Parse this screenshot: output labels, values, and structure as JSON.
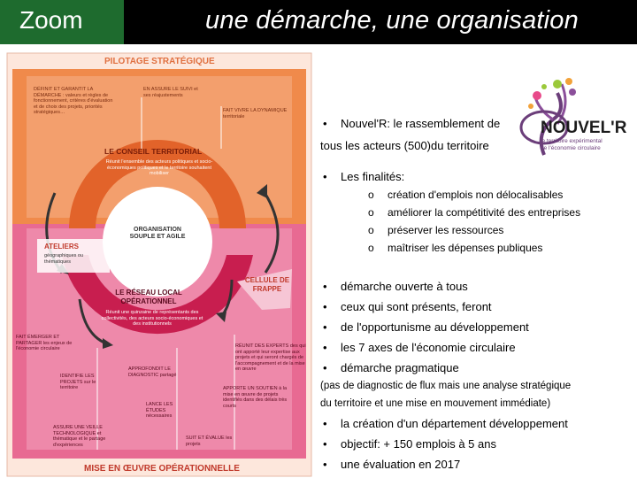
{
  "header": {
    "zoom_title": "Zoom",
    "main_title": "une démarche, une organisation"
  },
  "diagram": {
    "top_banner": "PILOTAGE STRATÉGIQUE",
    "bottom_banner": "MISE EN ŒUVRE OPÉRATIONNELLE",
    "definit": "DÉFINIT ET GARANTIT LA DÉMARCHE : valeurs et règles de fonctionnement, critères d'évaluation et de choix des projets, priorités stratégiques…",
    "assure_suivi": "EN ASSURE LE SUIVI et ses réajustements",
    "fait_vivre": "FAIT VIVRE LA DYNAMIQUE territoriale",
    "conseil_title": "LE CONSEIL TERRITORIAL",
    "conseil_desc": "Réunit l'ensemble des acteurs politiques et socio-économiques politiques et le territoire souhaitent mobiliser",
    "organisation": "ORGANISATION SOUPLE ET AGILE",
    "ateliers_title": "ATELIERS",
    "ateliers_desc": "géographiques ou thématiques",
    "cellule": "CELLULE DE FRAPPE",
    "reseau_title": "LE RÉSEAU LOCAL OPÉRATIONNEL",
    "reseau_desc": "Réunit une quinzaine de représentants des collectivités, des acteurs socio-économiques et des institutionnels",
    "fait_emerger": "FAIT ÉMERGER ET PARTAGER les enjeux de l'économie circulaire",
    "reunit_experts": "RÉUNIT DES EXPERTS des qui ont apporté leur expertise aux projets et qui seront chargés de l'accompagnement et de la mise en œuvre",
    "identifie": "IDENTIFIE LES PROJETS sur le territoire",
    "approfondit": "APPROFONDIT LE DIAGNOSTIC partagé",
    "lance": "LANCE LES ÉTUDES nécessaires",
    "apporte": "APPORTE UN SOUTIEN à la mise en œuvre de projets identifiés dans des délais très courts",
    "assure_veille": "ASSURE UNE VEILLE TECHNOLOGIQUE et thématique et le partage d'expériences",
    "suit": "SUIT ET ÉVALUE les projets"
  },
  "logo": {
    "name": "NOUVEL'R",
    "tagline_1": "le territoire expérimental",
    "tagline_2": "de l'économie circulaire"
  },
  "content": {
    "intro_line1": "Nouvel'R: le rassemblement de",
    "intro_line2": "tous les acteurs (500)du territoire",
    "finalites_label": "Les finalités:",
    "finalites": [
      "création d'emplois non délocalisables",
      "améliorer la compétitivité des entreprises",
      "préserver les ressources",
      "maîtriser les dépenses publiques"
    ],
    "bullets_a": [
      "démarche ouverte à tous",
      "ceux qui sont présents, feront",
      "de l'opportunisme au développement",
      "les 7 axes de l'économie circulaire",
      "démarche pragmatique"
    ],
    "note_line1": "(pas de diagnostic de flux mais une analyse stratégique",
    "note_line2": "du territoire et une mise en mouvement immédiate)",
    "bullets_b": [
      "la création d'un département développement",
      "objectif: + 150 emplois à 5 ans",
      "une évaluation en 2017"
    ]
  },
  "colors": {
    "title_bar": "#000000",
    "zoom_box": "#1e6b2e",
    "top_orange": "#f08a4b",
    "bottom_pink": "#e86a92",
    "accent_red": "#c0392b"
  }
}
